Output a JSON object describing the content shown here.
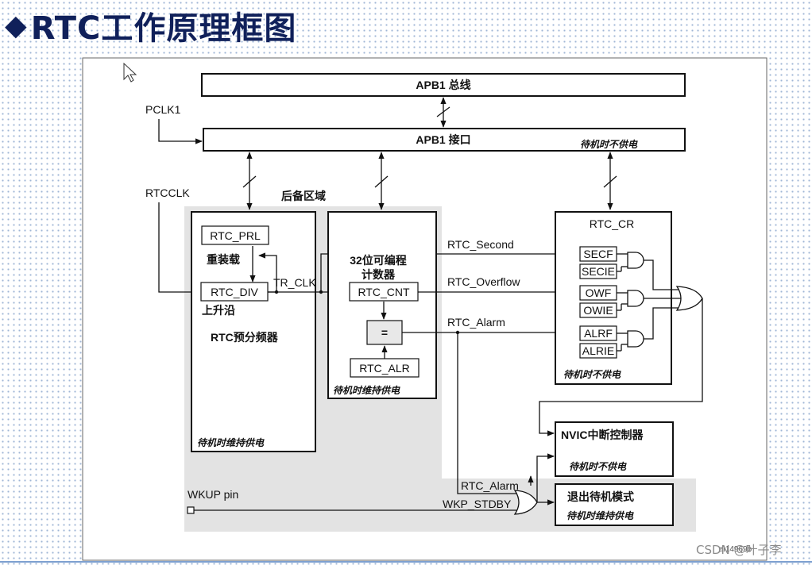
{
  "title": {
    "text": "RTC工作原理框图"
  },
  "icons": {
    "title_bullet": "diamond-icon",
    "cursor": "mouse-pointer-icon"
  },
  "colors": {
    "title": "#10205a",
    "backup_region": "#e3e3e3",
    "dots": "#9fb6d6"
  },
  "diagram": {
    "apb1_bus": "APB1 总线",
    "apb1_interface": "APB1 接口",
    "standby_no_power_apb": "待机时不供电",
    "pclk1": "PCLK1",
    "rtcclk": "RTCCLK",
    "backup_domain": "后备区域",
    "prescaler": {
      "prl": "RTC_PRL",
      "reload": "重装载",
      "div": "RTC_DIV",
      "rising_edge": "上升沿",
      "name": "RTC预分频器",
      "power": "待机时维持供电"
    },
    "tr_clk": "TR_CLK",
    "counter": {
      "title_line1": "32位可编程",
      "title_line2": "计数器",
      "cnt": "RTC_CNT",
      "compare": "=",
      "alr": "RTC_ALR",
      "power": "待机时维持供电"
    },
    "signals": {
      "second": "RTC_Second",
      "overflow": "RTC_Overflow",
      "alarm": "RTC_Alarm",
      "alarm_low": "RTC_Alarm",
      "wkp_stdby": "WKP_STDBY"
    },
    "rtc_cr": {
      "title": "RTC_CR",
      "regs": [
        "SECF",
        "SECIE",
        "OWF",
        "OWIE",
        "ALRF",
        "ALRIE"
      ],
      "power": "待机时不供电"
    },
    "nvic": {
      "title": "NVIC中断控制器",
      "power": "待机时不供电"
    },
    "exit_standby": {
      "title": "退出待机模式",
      "power": "待机时维持供电"
    },
    "wkup_pin": "WKUP pin",
    "fig_id": "ai14969b"
  },
  "watermark": "CSDN @叶子李"
}
